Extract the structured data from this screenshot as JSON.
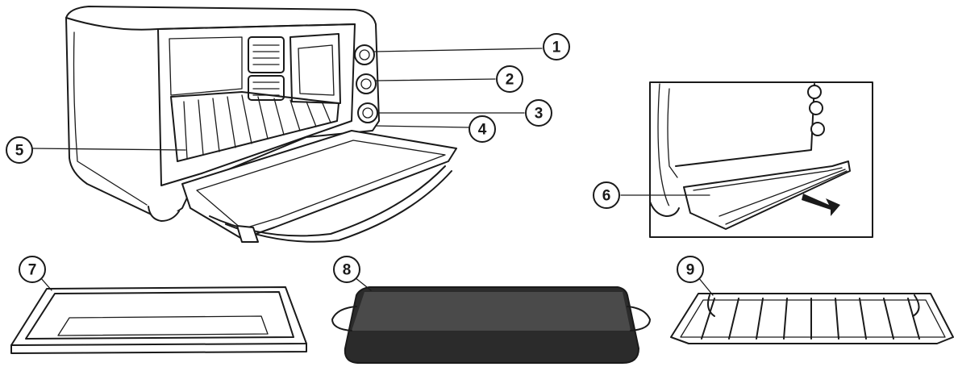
{
  "callouts": [
    {
      "id": "1"
    },
    {
      "id": "2"
    },
    {
      "id": "3"
    },
    {
      "id": "4"
    },
    {
      "id": "5"
    },
    {
      "id": "6"
    },
    {
      "id": "7"
    },
    {
      "id": "8"
    },
    {
      "id": "9"
    }
  ]
}
